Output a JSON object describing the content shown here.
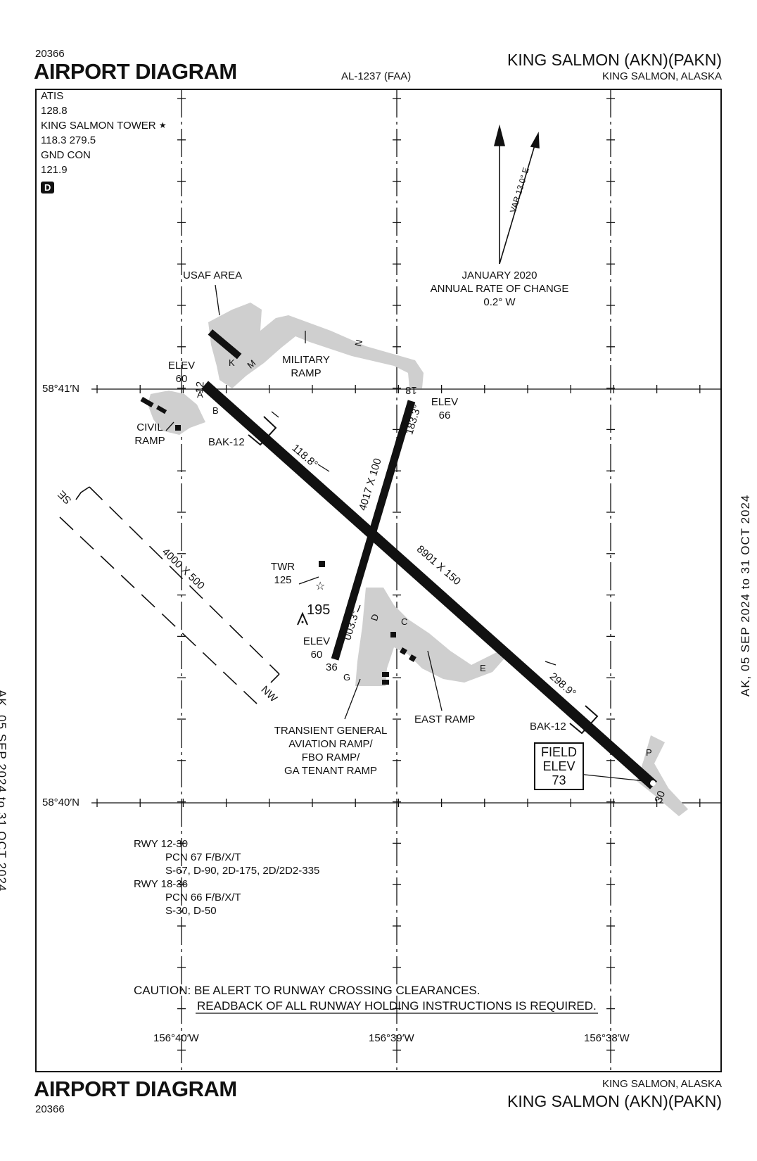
{
  "header": {
    "code": "20366",
    "title": "AIRPORT DIAGRAM",
    "chart_id": "AL-1237 (FAA)",
    "airport": "KING SALMON (AKN)(PAKN)",
    "location": "KING SALMON, ALASKA"
  },
  "footer": {
    "code": "20366",
    "title": "AIRPORT DIAGRAM",
    "airport": "KING SALMON (AKN)(PAKN)",
    "location": "KING SALMON, ALASKA"
  },
  "side_dates": {
    "left": "AK, 05 SEP 2024 to 31 OCT 2024",
    "right": "AK, 05 SEP 2024 to 31 OCT 2024"
  },
  "frequencies": {
    "atis_label": "ATIS",
    "atis_freq": "128.8",
    "tower_label": "KING SALMON TOWER",
    "tower_star": "★",
    "tower_freq": "118.3  279.5",
    "gnd_label": "GND CON",
    "gnd_freq": "121.9",
    "d_symbol": "D"
  },
  "magnetic": {
    "var_label": "VAR 13.0° E",
    "epoch": "JANUARY 2020",
    "rate_label": "ANNUAL RATE OF CHANGE",
    "rate_value": "0.2° W"
  },
  "grid": {
    "lat_top": "58°41′N",
    "lat_bottom": "58°40′N",
    "lon_left": "156°40′W",
    "lon_mid": "156°39′W",
    "lon_right": "156°38′W"
  },
  "labels": {
    "usaf_area": "USAF AREA",
    "military_ramp": [
      "MILITARY",
      "RAMP"
    ],
    "civil_ramp": [
      "CIVIL",
      "RAMP"
    ],
    "bak12_nw": "BAK-12",
    "bak12_se": "BAK-12",
    "elev_12": [
      "ELEV",
      "60"
    ],
    "elev_18": [
      "ELEV",
      "66"
    ],
    "elev_36": [
      "ELEV",
      "60"
    ],
    "rwy_12": "12",
    "rwy_30": "30",
    "rwy_18": "18",
    "rwy_36": "36",
    "hdg_118": "118.8°",
    "hdg_183": "183.3°",
    "hdg_003": "003.3°",
    "hdg_298": "298.9°",
    "dim_1230": "8901 X 150",
    "dim_1836": "4017 X 100",
    "dim_water": "4000 X 500",
    "water_se": "SE",
    "water_nw": "NW",
    "twr_label": [
      "TWR",
      "125"
    ],
    "obstacle_elev": "195",
    "transient_ramp": [
      "TRANSIENT GENERAL",
      "AVIATION RAMP/",
      "FBO RAMP/",
      "GA TENANT RAMP"
    ],
    "east_ramp": "EAST RAMP",
    "field_elev": [
      "FIELD",
      "ELEV",
      "73"
    ],
    "taxiways": {
      "a": "A",
      "b": "B",
      "k": "K",
      "m": "M",
      "n": "N",
      "c": "C",
      "d": "D",
      "e": "E",
      "g": "G",
      "p": "P"
    }
  },
  "runway_info": {
    "r1_name": "RWY 12-30",
    "r1_pcn": "PCN 67 F/B/X/T",
    "r1_weights": "S-67, D-90, 2D-175, 2D/2D2-335",
    "r2_name": "RWY 18-36",
    "r2_pcn": "PCN 66 F/B/X/T",
    "r2_weights": "S-30, D-50"
  },
  "caution": {
    "line1": "CAUTION: BE ALERT TO RUNWAY CROSSING CLEARANCES.",
    "line2": "READBACK OF ALL RUNWAY HOLDING INSTRUCTIONS IS REQUIRED."
  },
  "colors": {
    "ink": "#111111",
    "pavement": "#cfcfcf"
  }
}
